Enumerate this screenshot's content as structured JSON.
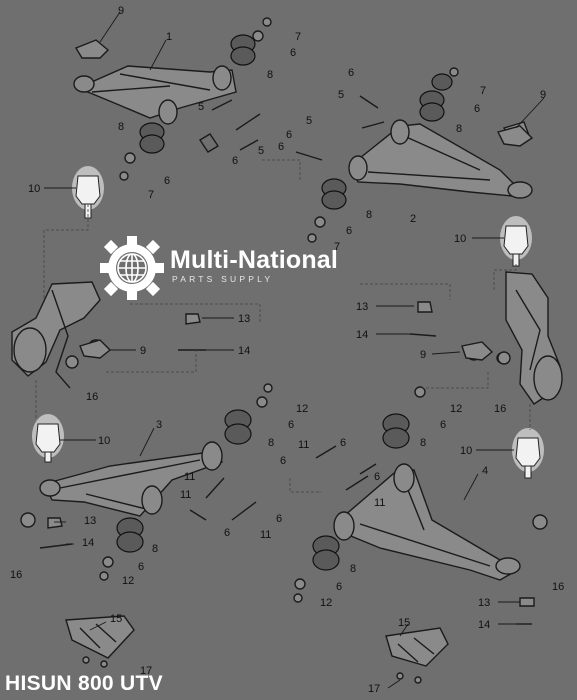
{
  "brand": {
    "name": "Multi-National",
    "tagline": "PARTS SUPPLY"
  },
  "caption": "HISUN 800 UTV",
  "callouts": {
    "c1": "1",
    "c2": "2",
    "c3": "3",
    "c4": "4",
    "c5": "5",
    "c6": "6",
    "c7": "7",
    "c8": "8",
    "c9": "9",
    "c10": "10",
    "c11": "11",
    "c12": "12",
    "c13": "13",
    "c14": "14",
    "c15": "15",
    "c16": "16",
    "c17": "17"
  },
  "colors": {
    "background": "#6f6f6f",
    "line": "#1b1b1b",
    "highlight": "#f2f2f2",
    "brand_text": "#ffffff"
  }
}
